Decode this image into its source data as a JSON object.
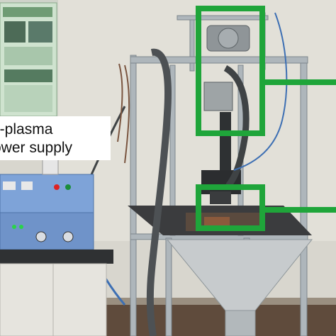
{
  "label": {
    "line1": "u-plasma",
    "line2": "ower supply"
  },
  "colors": {
    "highlight": "#1fa53a",
    "wall": "#dcdad3",
    "frame": "#b8bfc4",
    "equipment_blue": "#6c93c8"
  },
  "icons": {
    "poster": "poster-image",
    "wire_spool": "wire-spool-icon",
    "torch": "plasma-torch-icon",
    "power_supply": "power-supply-icon",
    "hopper": "hopper-funnel-icon"
  }
}
